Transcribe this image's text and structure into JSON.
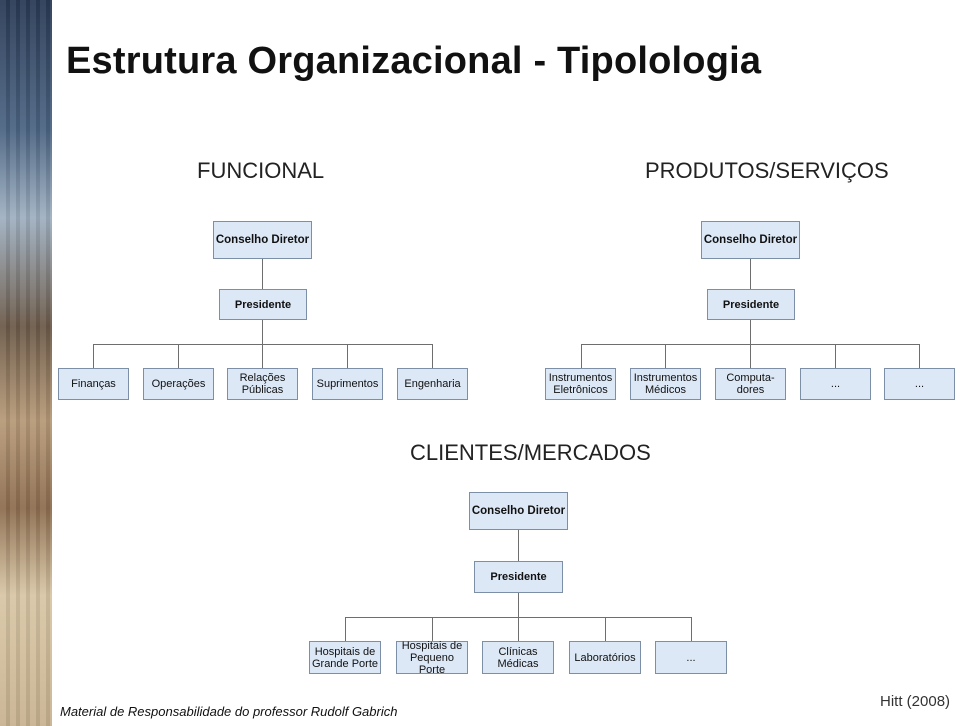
{
  "title": "Estrutura Organizacional - Tipolologia",
  "sections": {
    "funcional": {
      "label": "FUNCIONAL",
      "top": "Conselho Diretor",
      "middle": "Presidente",
      "children": [
        "Finanças",
        "Operações",
        "Relações\nPúblicas",
        "Suprimentos",
        "Engenharia"
      ]
    },
    "produtos": {
      "label": "PRODUTOS/SERVIÇOS",
      "top": "Conselho Diretor",
      "middle": "Presidente",
      "children": [
        "Instrumentos\nEletrônicos",
        "Instrumentos\nMédicos",
        "Computa-\ndores",
        "...",
        "..."
      ]
    },
    "clientes": {
      "label": "CLIENTES/MERCADOS",
      "top": "Conselho Diretor",
      "middle": "Presidente",
      "children": [
        "Hospitais de\nGrande Porte",
        "Hospitais de\nPequeno Porte",
        "Clínicas\nMédicas",
        "Laboratórios",
        "..."
      ]
    }
  },
  "footer": {
    "credit": "Material de Responsabilidade do professor Rudolf Gabrich",
    "source": "Hitt (2008)"
  }
}
